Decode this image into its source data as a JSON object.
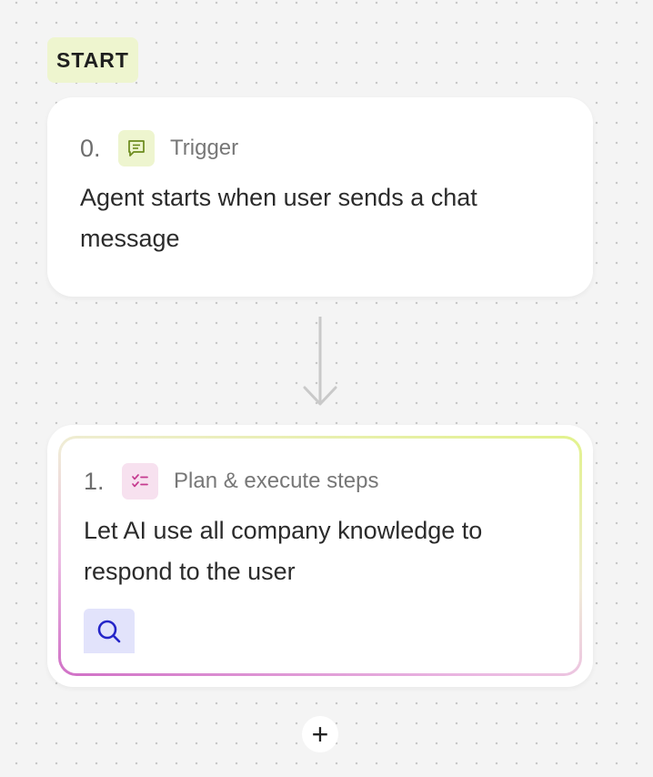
{
  "start": {
    "label": "START"
  },
  "steps": [
    {
      "number": "0.",
      "icon": "chat-message-icon",
      "title": "Trigger",
      "description": "Agent starts when user sends a chat message",
      "accent_color": "#eef5cf"
    },
    {
      "number": "1.",
      "icon": "checklist-icon",
      "title": "Plan & execute steps",
      "description": "Let AI use all company knowledge to respond to the user",
      "accent_color": "#f7e1ef",
      "tools": [
        {
          "icon": "search-icon",
          "color": "#2525c8"
        }
      ]
    }
  ],
  "add_step": {
    "icon": "plus-icon",
    "label": "+"
  }
}
